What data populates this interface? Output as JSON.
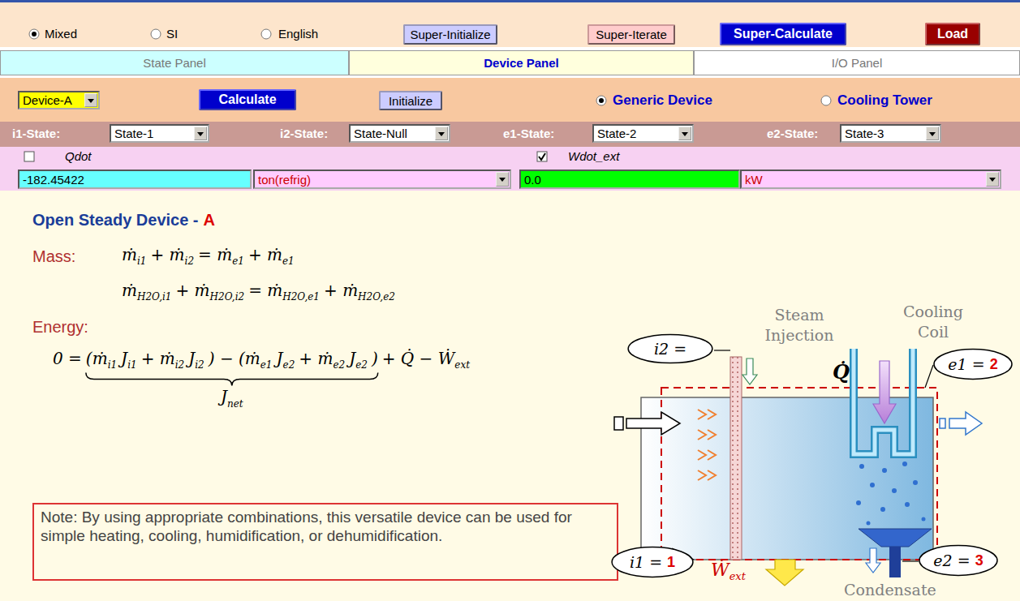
{
  "diagram": {
    "nodes": [
      {
        "text": [
          "Super-Initialize"
        ]
      },
      {
        "text": [
          "Super-Iterate"
        ]
      },
      {
        "text": [
          "Super-Calculate"
        ]
      },
      {
        "text": [
          "Load"
        ]
      },
      {
        "text": [
          "State Panel"
        ]
      },
      {
        "text": [
          "Device Panel"
        ]
      },
      {
        "text": [
          "I/O Panel"
        ]
      },
      {
        "text": [
          "Device-A"
        ]
      },
      {
        "text": [
          "Calculate"
        ]
      },
      {
        "text": [
          "Initialize"
        ]
      },
      {
        "text": [
          "State-1"
        ]
      },
      {
        "text": [
          "State-Null"
        ]
      },
      {
        "text": [
          "State-2"
        ]
      },
      {
        "text": [
          "State-3"
        ]
      },
      {
        "text": [
          "-182.45422"
        ]
      },
      {
        "text": [
          "ton(refrig)"
        ]
      },
      {
        "text": [
          "0.0"
        ]
      },
      {
        "text": [
          "kW"
        ]
      },
      {
        "text": [
          "Note: By using appropriate combinations, this versatile device can be used for simple heating, cooling, humidification, or dehumidification."
        ]
      },
      {
        "text": [
          "i2 ="
        ]
      },
      {
        "text": [
          "e1 =",
          "2"
        ]
      },
      {
        "text": [
          "i1 =",
          "1"
        ]
      },
      {
        "text": [
          "e2 =",
          "3"
        ]
      }
    ],
    "labels": [
      "Mixed",
      "SI",
      "English",
      "Generic Device",
      "Cooling Tower",
      "i1-State:",
      "i2-State:",
      "e1-State:",
      "e2-State:",
      "Qdot",
      "Wdot_ext",
      "Open Steady Device -",
      "A",
      "Mass:",
      "ṁ",
      "i1",
      "+ ṁ",
      "i2",
      "= ṁ",
      "e1",
      "+ ṁ",
      "e1",
      "ṁ",
      "H2O,i1",
      "+ ṁ",
      "H2O,i2",
      "= ṁ",
      "H2O,e1",
      "+ ṁ",
      "H2O,e2",
      "Energy:",
      "0 =",
      "(ṁ",
      "i1",
      "J",
      "i1",
      "+ ṁ",
      "i2",
      "J",
      "i2",
      ") − (ṁ",
      "e1",
      "J",
      "e2",
      "+ ṁ",
      "e2",
      "J",
      "e2",
      ")",
      "+ Q̇ − Ẇ",
      "ext",
      "J",
      "net",
      "Steam Injection",
      "Cooling Coil",
      "Q̇",
      "Ẇ",
      "ext",
      "Condensate"
    ]
  }
}
